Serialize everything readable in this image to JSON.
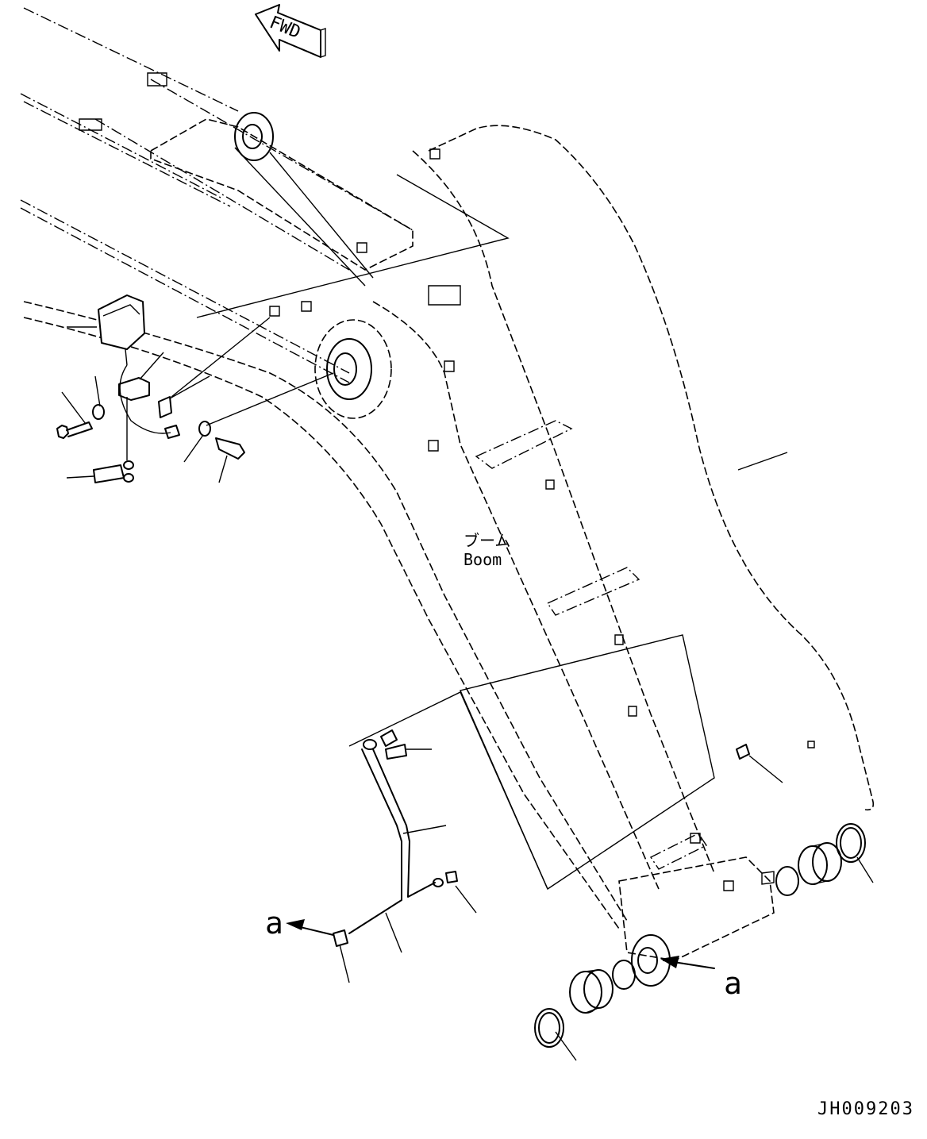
{
  "figure_code": "JH009203",
  "fwd_label": "FWD",
  "boom_label_jp": "ブーム",
  "boom_label_en": "Boom",
  "detail_ref_left": "a",
  "detail_ref_right": "a"
}
